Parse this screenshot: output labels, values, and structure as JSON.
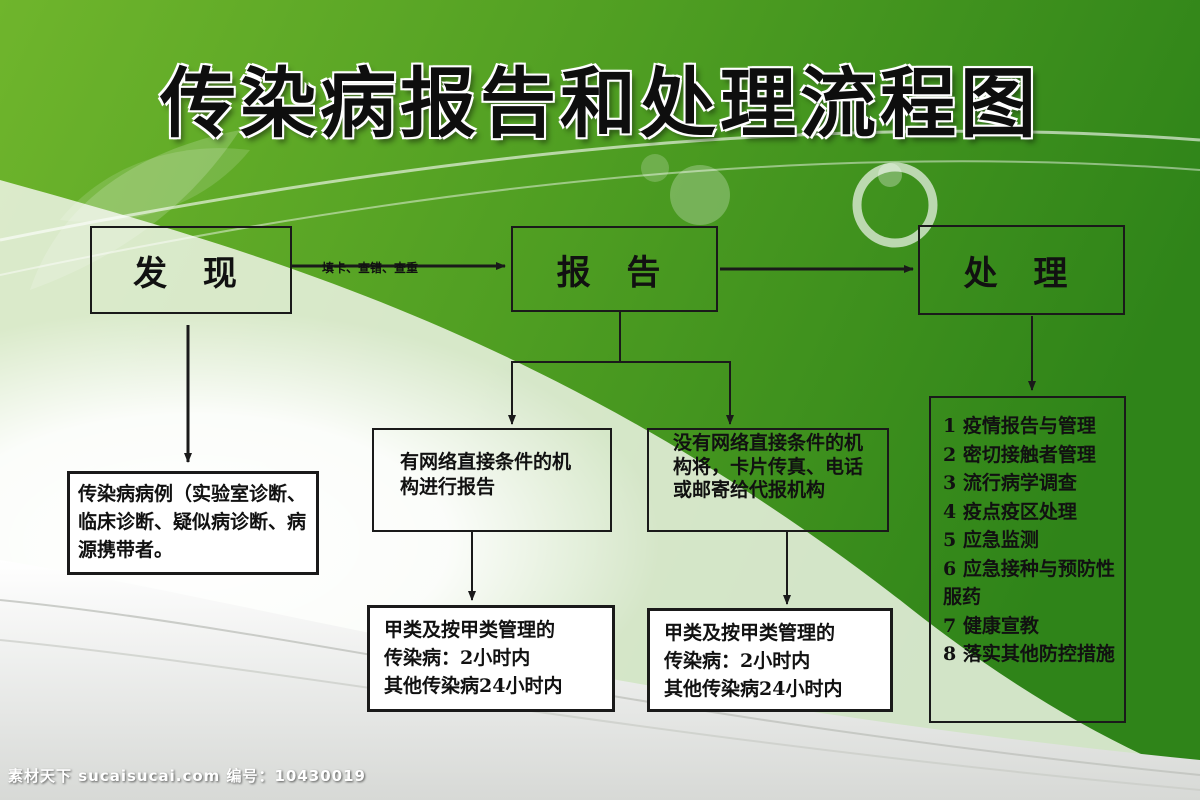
{
  "title": "传染病报告和处理流程图",
  "colors": {
    "green_dark": "#3a8a1e",
    "green_light": "#8cc63f",
    "line": "#1a1a1a"
  },
  "nodes": {
    "discover": "发 现",
    "report": "报 告",
    "handle": "处 理",
    "case_definition": "传染病病例（实验室诊断、临床诊断、疑似病诊断、病源携带者。",
    "network": "有网络直接条件的机构进行报告",
    "no_network": "没有网络直接条件的机构将，卡片传真、电话或邮寄给代报机构",
    "timing_left": [
      "甲类及按甲类管理的",
      "传染病：2小时内",
      "其他传染病24小时内"
    ],
    "timing_right": [
      "甲类及按甲类管理的",
      "传染病：2小时内",
      "其他传染病24小时内"
    ]
  },
  "edge_label": "填卡、查错、查重",
  "handling_steps": [
    "1 疫情报告与管理",
    "2 密切接触者管理",
    "3 流行病学调查",
    "4 疫点疫区处理",
    "5 应急监测",
    "6 应急接种与预防性服药",
    "7 健康宣教",
    "8 落实其他防控措施"
  ],
  "watermark": "素材天下 sucaisucai.com  编号：10430019"
}
